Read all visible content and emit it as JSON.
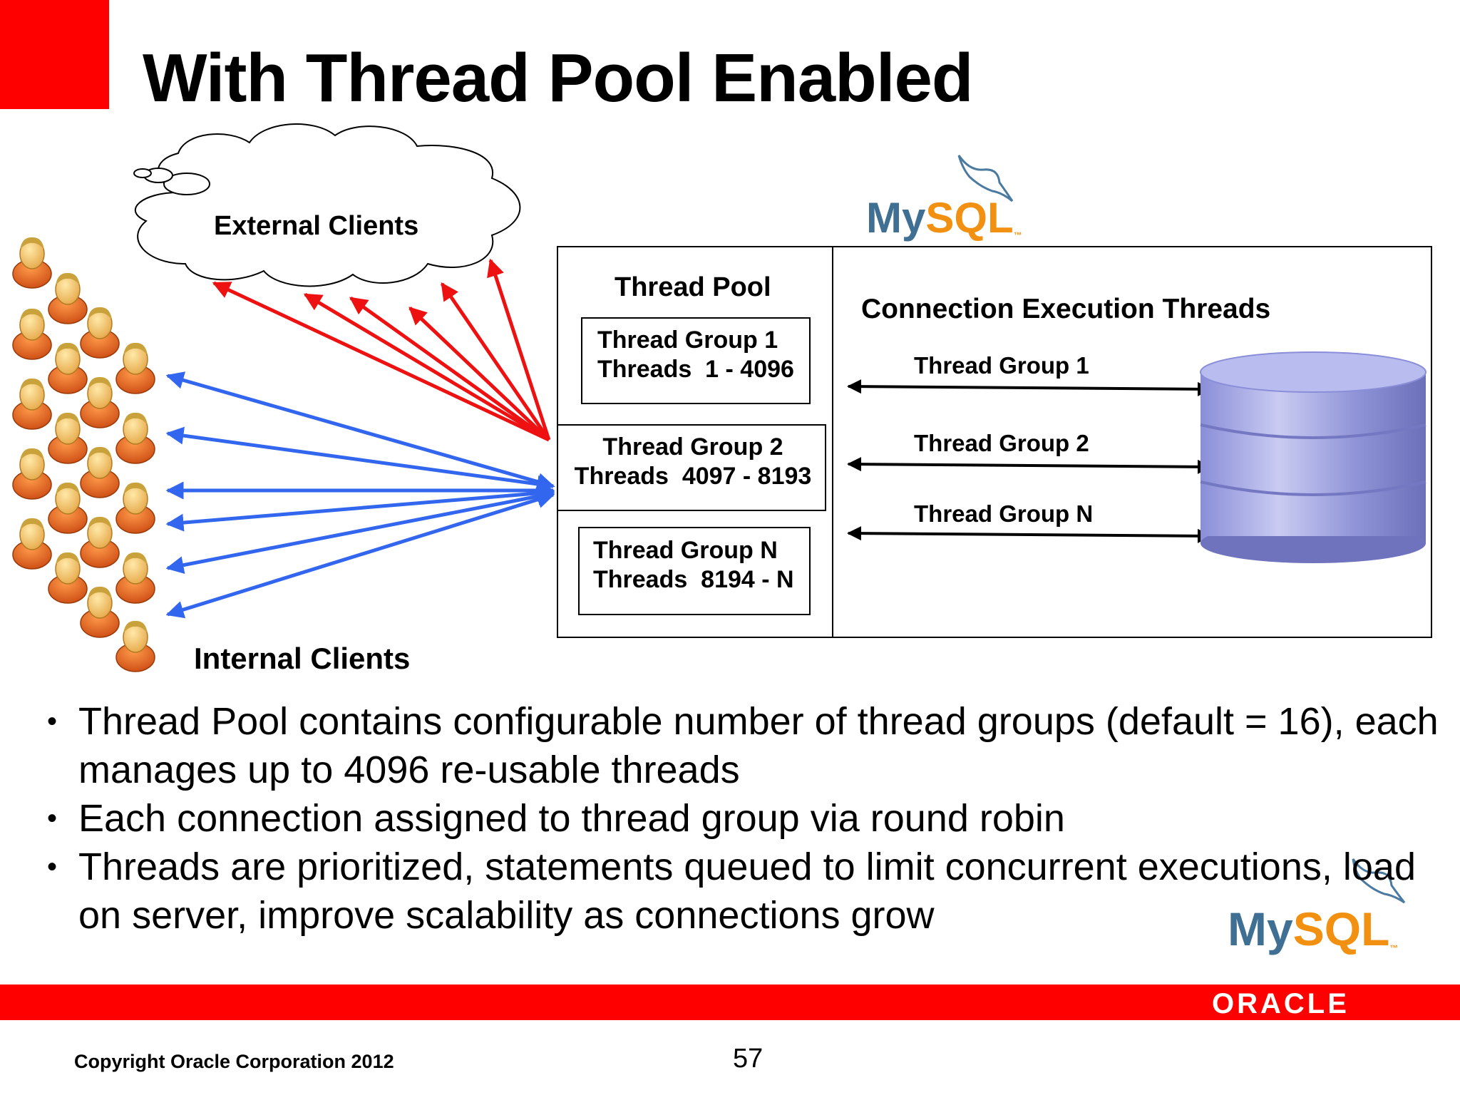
{
  "slide": {
    "title": "With Thread Pool Enabled",
    "page_number": "57",
    "copyright": "Copyright Oracle Corporation 2012",
    "oracle_logo_text": "ORACLE",
    "accent_red": "#ff0000"
  },
  "diagram": {
    "external_clients_label": "External Clients",
    "internal_clients_label": "Internal Clients",
    "mysql_logo": {
      "my": "My",
      "sql": "SQL",
      "tm": "™",
      "colors": {
        "my": "#3f6f92",
        "sql": "#f29111"
      }
    },
    "thread_pool": {
      "title": "Thread Pool",
      "groups": [
        {
          "name": "Thread Group 1",
          "threads": "Threads  1 - 4096"
        },
        {
          "name": "Thread Group 2",
          "threads": "Threads  4097 - 8193"
        },
        {
          "name": "Thread Group N",
          "threads": "Threads  8194 - N"
        }
      ]
    },
    "execution": {
      "title": "Connection Execution Threads",
      "rows": [
        "Thread Group 1",
        "Thread Group 2",
        "Thread Group N"
      ]
    },
    "arrow_colors": {
      "external": "#ee1111",
      "internal": "#3366ee",
      "execution": "#000000"
    },
    "database_icon": "database-cylinder-icon",
    "person_icon": "user-person-icon"
  },
  "bullets": [
    "Thread Pool contains configurable number of thread groups (default = 16), each manages up to 4096 re-usable threads",
    "Each connection assigned to thread group via round robin",
    "Threads are prioritized, statements queued to limit concurrent executions, load on server, improve scalability as connections grow"
  ]
}
